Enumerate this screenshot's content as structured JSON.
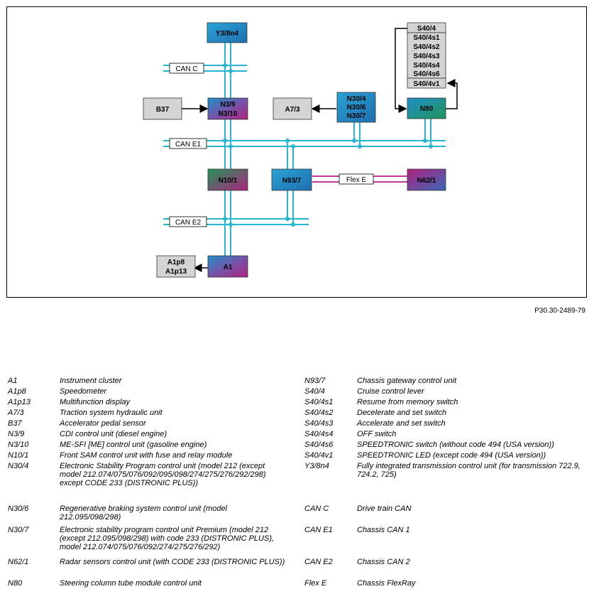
{
  "figure_ref": "P30.30-2489-79",
  "nodes": {
    "Y3_8n4": "Y3/8n4",
    "N3_9": "N3/9",
    "N3_10": "N3/10",
    "B37": "B37",
    "A7_3": "A7/3",
    "N30_4": "N30/4",
    "N30_6": "N30/6",
    "N30_7": "N30/7",
    "N80": "N80",
    "S40_4": "S40/4",
    "S40_4s1": "S40/4s1",
    "S40_4s2": "S40/4s2",
    "S40_4s3": "S40/4s3",
    "S40_4s4": "S40/4s4",
    "S40_4s6": "S40/4s6",
    "S40_4v1": "S40/4v1",
    "N10_1": "N10/1",
    "N93_7": "N93/7",
    "N62_1": "N62/1",
    "A1": "A1",
    "A1p8": "A1p8",
    "A1p13": "A1p13"
  },
  "buses": {
    "can_c": "CAN C",
    "can_e1": "CAN E1",
    "can_e2": "CAN E2",
    "flex_e": "Flex E"
  },
  "colors": {
    "bus_line": "#29b5cf",
    "flex_line": "#c2389a",
    "node_blue": "#1f8fc8",
    "node_green": "#22945a",
    "node_magenta": "#b0237e",
    "gray_box": "#d4d4d4"
  },
  "legend_left": [
    {
      "code": "A1",
      "desc": "Instrument cluster"
    },
    {
      "code": "A1p8",
      "desc": "Speedometer"
    },
    {
      "code": "A1p13",
      "desc": "Multifunction display"
    },
    {
      "code": "A7/3",
      "desc": "Traction system hydraulic unit"
    },
    {
      "code": "B37",
      "desc": "Accelerator pedal sensor"
    },
    {
      "code": "N3/9",
      "desc": "CDI control unit (diesel engine)"
    },
    {
      "code": "N3/10",
      "desc": "ME-SFI [ME] control unit (gasoline engine)"
    },
    {
      "code": "N10/1",
      "desc": "Front SAM control unit with fuse and relay module"
    },
    {
      "code": "N30/4",
      "desc": "Electronic Stability Program control unit (model 212 (except model 212.074/075/076/092/095/098/274/275/276/292/298) except CODE 233 (DISTRONIC PLUS))"
    },
    {
      "code": "N30/6",
      "desc": "Regenerative braking system control unit (model 212.095/098/298)"
    },
    {
      "code": "N30/7",
      "desc": "Electronic stability program control unit Premium (model 212 (except 212.095/098/298) with code 233 (DISTRONIC PLUS), model 212.074/075/076/092/274/275/276/292)"
    },
    {
      "code": "N62/1",
      "desc": "Radar sensors control unit (with CODE 233 (DISTRONIC PLUS))"
    },
    {
      "code": "N80",
      "desc": "Steering column tube module control unit"
    }
  ],
  "legend_right": [
    {
      "code": "N93/7",
      "desc": "Chassis gateway control unit"
    },
    {
      "code": "S40/4",
      "desc": "Cruise control lever"
    },
    {
      "code": "S40/4s1",
      "desc": "Resume from memory switch"
    },
    {
      "code": "S40/4s2",
      "desc": "Decelerate and set switch"
    },
    {
      "code": "S40/4s3",
      "desc": "Accelerate and set switch"
    },
    {
      "code": "S40/4s4",
      "desc": "OFF switch"
    },
    {
      "code": "S40/4s6",
      "desc": "SPEEDTRONIC switch (without code 494 (USA version))"
    },
    {
      "code": "S40/4v1",
      "desc": "SPEEDTRONIC LED (except code 494 (USA version))"
    },
    {
      "code": "Y3/8n4",
      "desc": "Fully integrated transmission control unit (for transmission 722.9, 724.2, 725)"
    },
    {
      "code": "CAN C",
      "desc": "Drive train CAN"
    },
    {
      "code": "CAN E1",
      "desc": "Chassis CAN 1"
    },
    {
      "code": "CAN E2",
      "desc": "Chassis CAN 2"
    },
    {
      "code": "Flex E",
      "desc": "Chassis FlexRay"
    }
  ]
}
